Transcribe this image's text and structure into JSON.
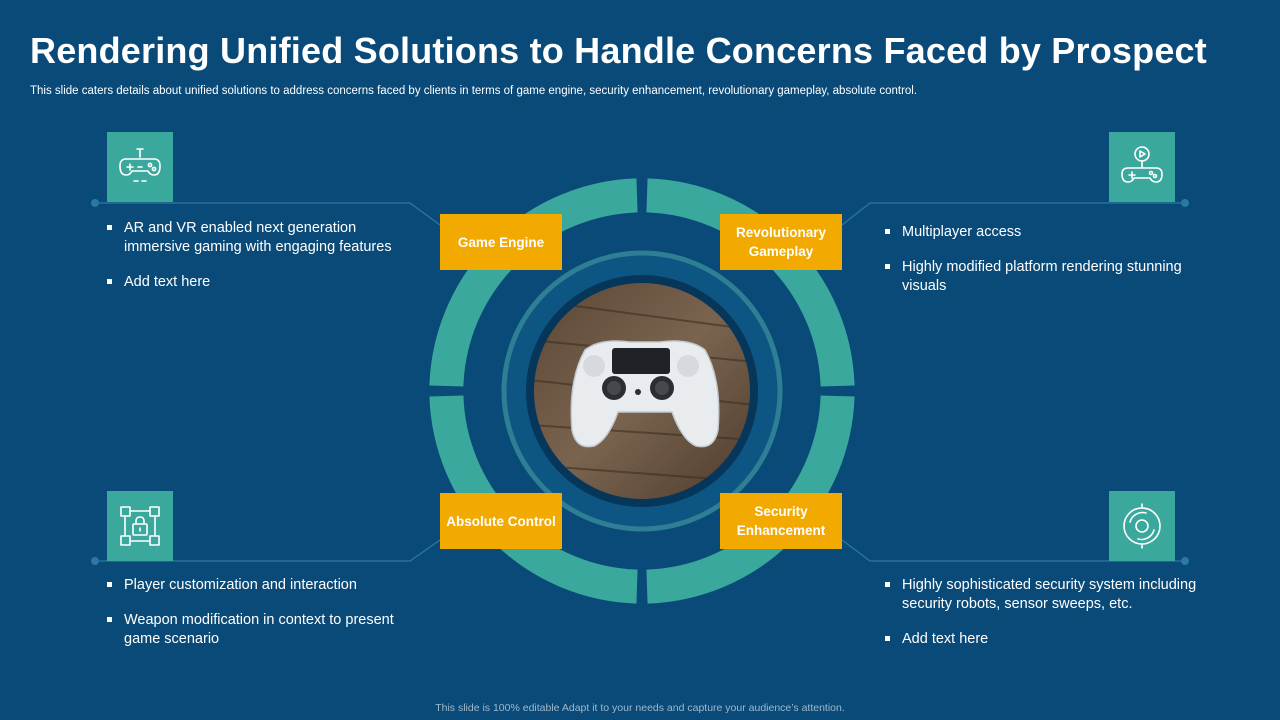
{
  "slide": {
    "title": "Rendering Unified Solutions to Handle Concerns Faced by Prospect",
    "subtitle": "This slide caters details about unified solutions to address concerns faced by clients in terms of game engine, security enhancement, revolutionary gameplay, absolute control.",
    "footer": "This slide is 100% editable Adapt it to your needs and capture your audience’s attention."
  },
  "colors": {
    "background": "#0a4a78",
    "teal": "#3aa89c",
    "orange": "#f2a900"
  },
  "segments": {
    "top_left": {
      "label": "Game Engine",
      "icon": "gamepad-icon",
      "bullets": [
        "AR and VR enabled next generation immersive gaming with engaging features",
        "Add text here"
      ]
    },
    "top_right": {
      "label": "Revolutionary Gameplay",
      "icon": "game-play-icon",
      "bullets": [
        "Multiplayer access",
        "Highly modified platform rendering stunning visuals"
      ]
    },
    "bottom_left": {
      "label": "Absolute Control",
      "icon": "lock-network-icon",
      "bullets": [
        "Player customization and interaction",
        "Weapon modification in context to present game scenario"
      ]
    },
    "bottom_right": {
      "label": "Security Enhancement",
      "icon": "security-scan-icon",
      "bullets": [
        "Highly sophisticated security system including security robots, sensor sweeps, etc.",
        "Add text here"
      ]
    }
  },
  "center_image": {
    "icon": "game-controller-photo"
  }
}
